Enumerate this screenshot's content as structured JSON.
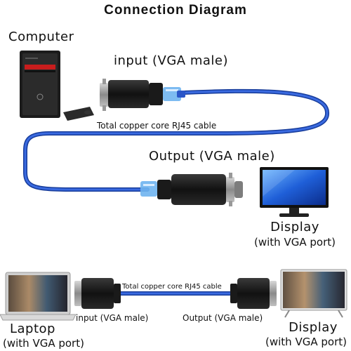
{
  "title": "Connection Diagram",
  "top": {
    "computer_label": "Computer",
    "input_label": "input (VGA male)",
    "cable_label": "Total copper core RJ45 cable",
    "output_label": "Output (VGA male)",
    "display_label": "Display",
    "display_sub": "(with VGA port)"
  },
  "bottom": {
    "cable_label": "Total copper core RJ45 cable",
    "input_label": "input (VGA male)",
    "output_label": "Output (VGA male)",
    "laptop_label": "Laptop",
    "laptop_sub": "(with VGA port)",
    "display_label": "Display",
    "display_sub": "(with VGA port)"
  },
  "colors": {
    "cable": "#2a56c8",
    "cable_dark": "#173c9a",
    "adapter": "#1a1a1a",
    "rj45_plug": "#6fb4f0",
    "screen": "#1f5fd8"
  }
}
